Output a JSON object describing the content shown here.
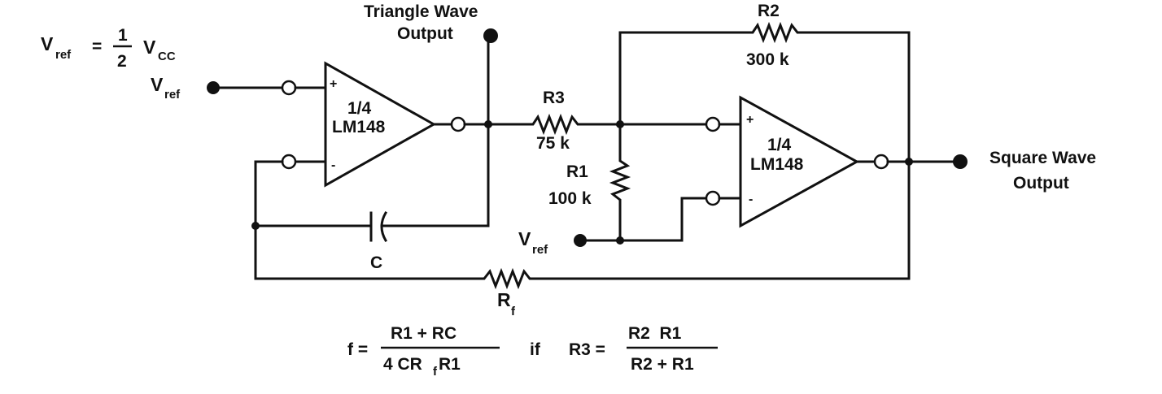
{
  "vref_equation": {
    "lhs": "V",
    "lhs_sub": "ref",
    "eq": "=",
    "num": "1",
    "den": "2",
    "rhs": "V",
    "rhs_sub": "CC"
  },
  "vref_input_left": {
    "main": "V",
    "sub": "ref"
  },
  "vref_input_bottom": {
    "main": "V",
    "sub": "ref"
  },
  "opamp1": {
    "fraction": "1/4",
    "part": "LM148",
    "plus": "+",
    "minus": "-"
  },
  "opamp2": {
    "fraction": "1/4",
    "part": "LM148",
    "plus": "+",
    "minus": "-"
  },
  "triangle_output": {
    "line1": "Triangle Wave",
    "line2": "Output"
  },
  "square_output": {
    "line1": "Square Wave",
    "line2": "Output"
  },
  "r2": {
    "name": "R2",
    "value": "300 k"
  },
  "r3": {
    "name": "R3",
    "value": "75 k"
  },
  "r1": {
    "name": "R1",
    "value": "100 k"
  },
  "capacitor": {
    "name": "C"
  },
  "rf": {
    "main": "R",
    "sub": "f"
  },
  "formula_f": {
    "lhs": "f =",
    "numerator": "R1 + RC",
    "denominator_main": "4 CR",
    "denominator_sub": "f",
    "denominator_tail": " R1"
  },
  "formula_cond": {
    "if": "if",
    "lhs": "R3 =",
    "numerator": "R2  R1",
    "denominator": "R2 + R1"
  }
}
